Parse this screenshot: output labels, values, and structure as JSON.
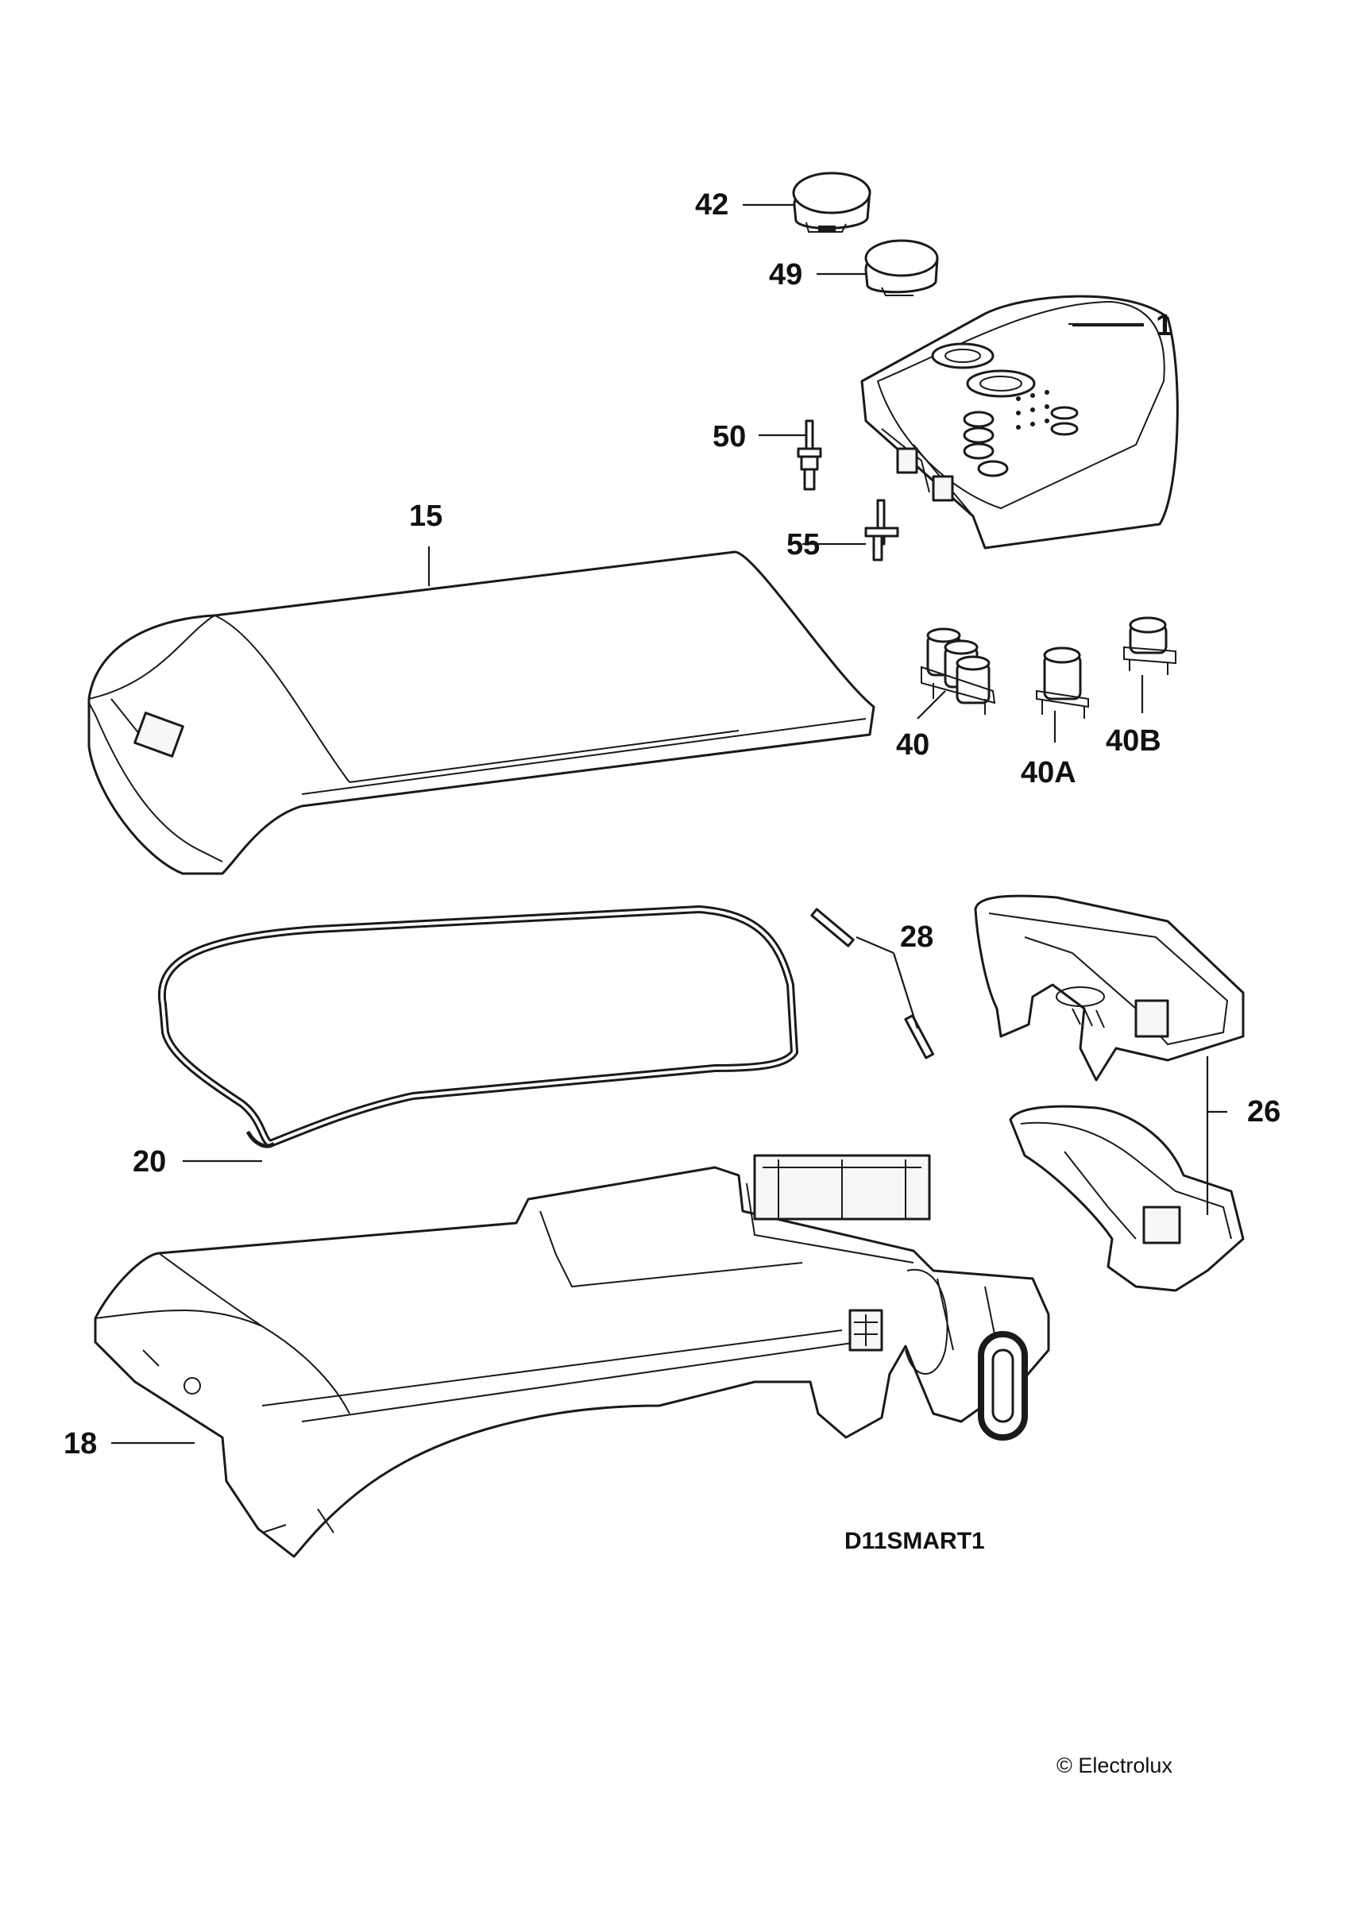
{
  "callouts": [
    {
      "id": "c42",
      "label": "42"
    },
    {
      "id": "c49",
      "label": "49"
    },
    {
      "id": "c1",
      "label": "1"
    },
    {
      "id": "c50",
      "label": "50"
    },
    {
      "id": "c15",
      "label": "15"
    },
    {
      "id": "c55",
      "label": "55"
    },
    {
      "id": "c40",
      "label": "40"
    },
    {
      "id": "c40A",
      "label": "40A"
    },
    {
      "id": "c40B",
      "label": "40B"
    },
    {
      "id": "c28",
      "label": "28"
    },
    {
      "id": "c26",
      "label": "26"
    },
    {
      "id": "c20",
      "label": "20"
    },
    {
      "id": "c18",
      "label": "18"
    }
  ],
  "diagram_code": "D11SMART1",
  "copyright": "© Electrolux"
}
